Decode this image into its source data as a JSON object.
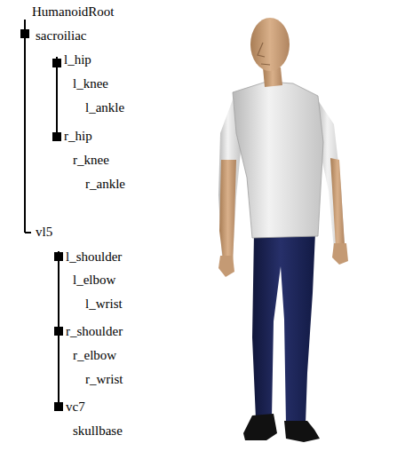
{
  "diagram": {
    "labels": [
      "HumanoidRoot",
      "sacroiliac",
      "l_hip",
      "l_knee",
      "l_ankle",
      "r_hip",
      "r_knee",
      "r_ankle",
      "vl5",
      "l_shoulder",
      "l_elbow",
      "l_wrist",
      "r_shoulder",
      "r_elbow",
      "r_wrist",
      "vc7",
      "skullbase"
    ]
  }
}
